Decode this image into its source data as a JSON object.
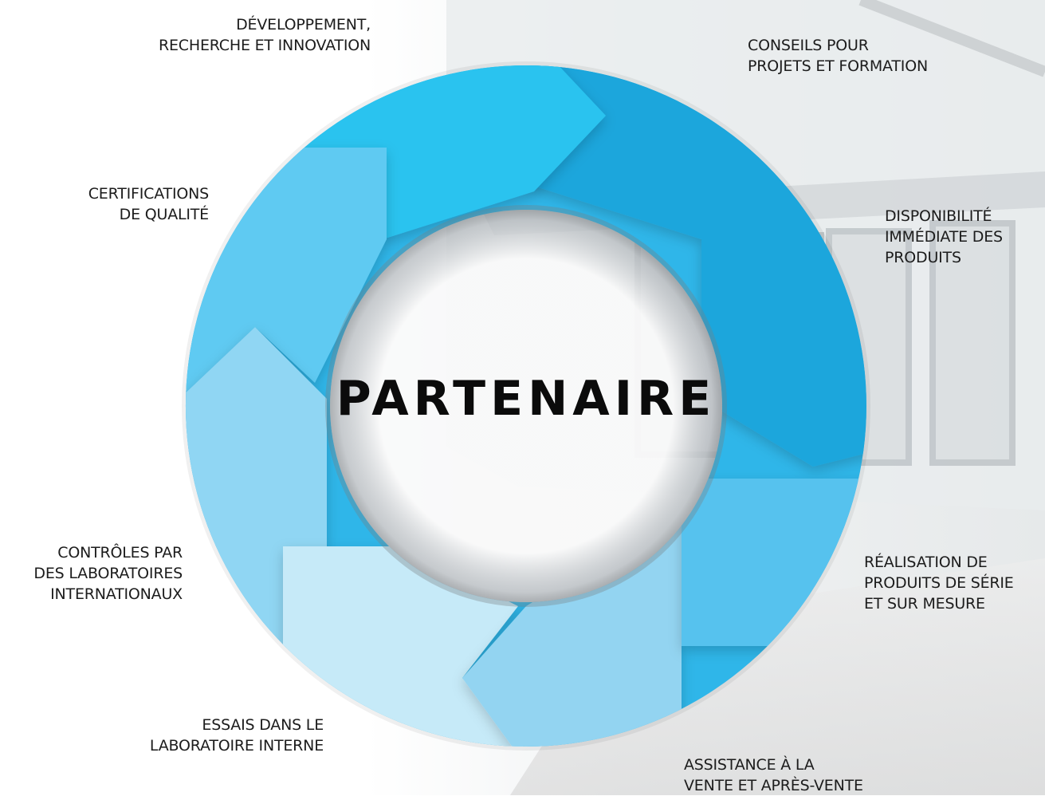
{
  "center": {
    "title": "PARTENAIRE"
  },
  "colors": {
    "blue_dark": "#1ea7dd",
    "blue_mid": "#2cc0ee",
    "blue_light": "#5fcbf2",
    "blue_lighter": "#8fd6f4",
    "blue_pale": "#c9ecf9"
  },
  "steps": [
    {
      "id": "dev",
      "lines": [
        "DÉVELOPPEMENT,",
        "RECHERCHE ET INNOVATION"
      ]
    },
    {
      "id": "conseils",
      "lines": [
        "CONSEILS POUR",
        "PROJETS ET FORMATION"
      ]
    },
    {
      "id": "dispo",
      "lines": [
        "DISPONIBILITÉ",
        "IMMÉDIATE DES",
        "PRODUITS"
      ]
    },
    {
      "id": "realisation",
      "lines": [
        "RÉALISATION DE",
        "PRODUITS DE SÉRIE",
        "ET SUR MESURE"
      ]
    },
    {
      "id": "assistance",
      "lines": [
        "ASSISTANCE À LA",
        "VENTE ET APRÈS-VENTE"
      ]
    },
    {
      "id": "essais",
      "lines": [
        "ESSAIS DANS LE",
        "LABORATOIRE INTERNE"
      ]
    },
    {
      "id": "controles",
      "lines": [
        "CONTRÔLES PAR",
        "DES LABORATOIRES",
        "INTERNATIONAUX"
      ]
    },
    {
      "id": "certif",
      "lines": [
        "CERTIFICATIONS",
        "DE QUALITÉ"
      ]
    }
  ]
}
